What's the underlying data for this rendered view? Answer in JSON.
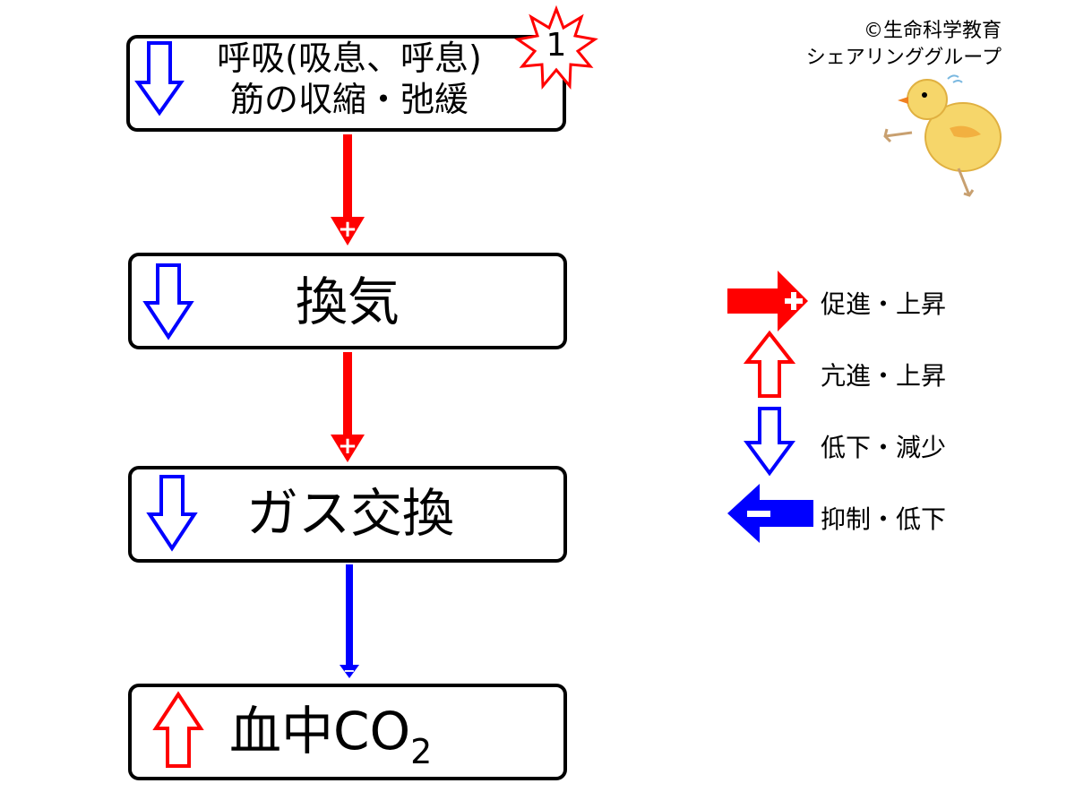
{
  "copyright": {
    "line1": "©生命科学教育",
    "line2": "シェアリンググループ"
  },
  "badge": {
    "number": "1"
  },
  "boxes": [
    {
      "line1": "呼吸(吸息、呼息)",
      "line2": "筋の収縮・弛緩",
      "arrow": "down-outline-blue"
    },
    {
      "label": "換気",
      "arrow": "down-outline-blue"
    },
    {
      "label": "ガス交換",
      "arrow": "down-outline-blue"
    },
    {
      "label": "血中CO",
      "subscript": "2",
      "arrow": "up-outline-red"
    }
  ],
  "connectors": [
    {
      "from": 0,
      "to": 1,
      "type": "promote",
      "sign": "+"
    },
    {
      "from": 1,
      "to": 2,
      "type": "promote",
      "sign": "+"
    },
    {
      "from": 2,
      "to": 3,
      "type": "inhibit",
      "sign": "−"
    }
  ],
  "legend": [
    {
      "label": "促進・上昇",
      "icon": "red-right-arrow-plus"
    },
    {
      "label": "亢進・上昇",
      "icon": "up-outline-red"
    },
    {
      "label": "低下・減少",
      "icon": "down-outline-blue"
    },
    {
      "label": "抑制・低下",
      "icon": "blue-left-arrow-minus"
    }
  ],
  "colors": {
    "promote": "#ff0000",
    "inhibit": "#0000ff",
    "border": "#000000"
  }
}
